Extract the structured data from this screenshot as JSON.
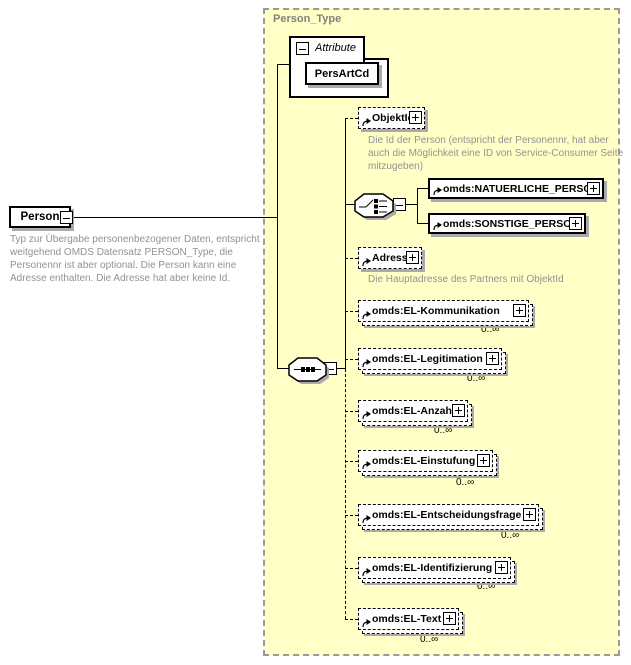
{
  "diagram": {
    "root": {
      "label": "Person",
      "description": "Typ zur Übergabe personenbezogener Daten, entspricht weitgehend OMDS Datensatz PERSON_Type, die Personennr ist aber optional. Die Person kann eine Adresse enthalten. Die Adresse hat aber keine Id."
    },
    "type_container": {
      "label": "Person_Type"
    },
    "attributes": {
      "group_label": "Attribute",
      "items": [
        {
          "name": "PersArtCd"
        }
      ]
    },
    "elements": [
      {
        "label": "ObjektId",
        "description": "Die Id der Person (entspricht der Personennr, hat aber auch die Möglichkeit eine ID von Service-Consumer Seite mitzugeben)"
      },
      {
        "label": "omds:NATUERLICHE_PERSON"
      },
      {
        "label": "omds:SONSTIGE_PERSON"
      },
      {
        "label": "Adresse",
        "description": "Die Hauptadresse des Partners mit ObjektId"
      },
      {
        "label": "omds:EL-Kommunikation",
        "occurrence": "0..∞"
      },
      {
        "label": "omds:EL-Legitimation",
        "occurrence": "0..∞"
      },
      {
        "label": "omds:EL-Anzahl",
        "occurrence": "0..∞"
      },
      {
        "label": "omds:EL-Einstufung",
        "occurrence": "0..∞"
      },
      {
        "label": "omds:EL-Entscheidungsfrage",
        "occurrence": "0..∞"
      },
      {
        "label": "omds:EL-Identifizierung",
        "occurrence": "0..∞"
      },
      {
        "label": "omds:EL-Text",
        "occurrence": "0..∞"
      }
    ],
    "icons": {
      "collapse": "−",
      "expand": "+",
      "reference": "↗",
      "sequence": "-•••-",
      "choice": "switch"
    },
    "colors": {
      "container_bg": "#ffffc6",
      "container_border": "#9a9a9a",
      "container_label": "#808080",
      "description_text": "#929292",
      "shadow": "#aaaaaa",
      "line": "#000000"
    }
  }
}
